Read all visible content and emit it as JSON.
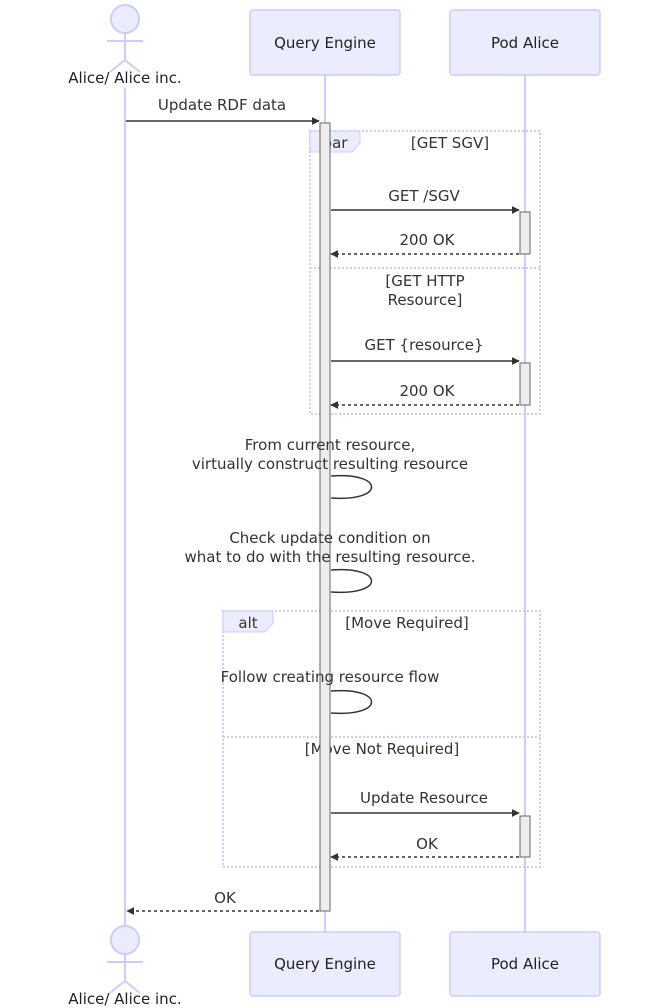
{
  "participants": {
    "alice": "Alice/ Alice inc.",
    "engine": "Query Engine",
    "pod": "Pod Alice"
  },
  "messages": {
    "update_rdf": "Update RDF data",
    "get_sgv": "GET /SGV",
    "ok_sgv": "200 OK",
    "get_resource": "GET {resource}",
    "ok_resource": "200 OK",
    "self1_line1": "From current resource,",
    "self1_line2": "virtually construct resulting resource",
    "self2_line1": "Check update condition on",
    "self2_line2": "what to do with the resulting resource.",
    "self3": "Follow creating resource flow",
    "update_resource": "Update Resource",
    "ok_update": "OK",
    "ok_final": "OK"
  },
  "fragments": {
    "par": {
      "tag": "par",
      "cond1": "[GET SGV]",
      "cond2_line1": "[GET HTTP",
      "cond2_line2": "Resource]"
    },
    "alt": {
      "tag": "alt",
      "cond1": "[Move Required]",
      "cond2": "[Move Not Required]"
    }
  },
  "colors": {
    "actor_fill": "#ECECFF",
    "actor_stroke": "#CCCCFF",
    "activation_fill": "#EDEDED",
    "line": "#333333"
  }
}
